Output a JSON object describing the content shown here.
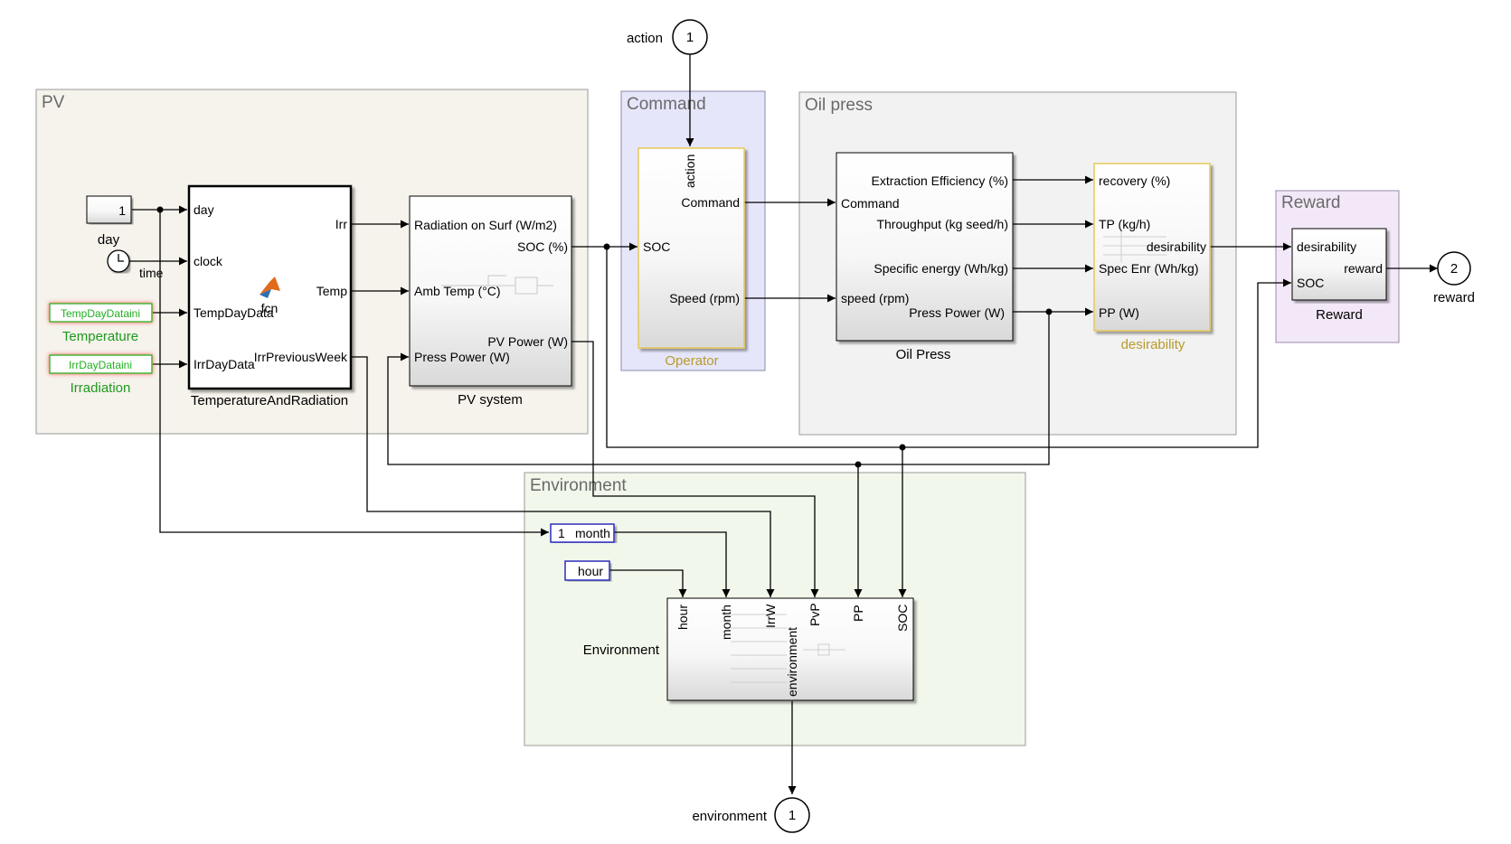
{
  "areas": {
    "pv": "PV",
    "command": "Command",
    "oil_press": "Oil press",
    "reward": "Reward",
    "environment": "Environment"
  },
  "ports": {
    "action_in": {
      "number": "1",
      "label": "action"
    },
    "reward_out": {
      "number": "2",
      "label": "reward"
    },
    "environment_out": {
      "number": "1",
      "label": "environment"
    }
  },
  "sources": {
    "day_const": {
      "value": "1",
      "label": "day"
    },
    "clock": {
      "label": "time"
    },
    "temp_from": {
      "tag": "TempDayDataini",
      "label": "Temperature"
    },
    "irr_from": {
      "tag": "IrrDayDataini",
      "label": "Irradiation"
    },
    "month_from": {
      "value": "1",
      "tag": "month"
    },
    "hour_from": {
      "tag": "hour"
    }
  },
  "blocks": {
    "temp_rad": {
      "name": "TemperatureAndRadiation",
      "fcn": "fcn",
      "inputs": [
        "day",
        "clock",
        "TempDayData",
        "IrrDayData"
      ],
      "outputs": [
        "Irr",
        "Temp",
        "IrrPreviousWeek"
      ]
    },
    "pv_system": {
      "name": "PV system",
      "inputs": [
        "Radiation on Surf (W/m2)",
        "Amb Temp (°C)",
        "Press Power (W)"
      ],
      "outputs": [
        "SOC (%)",
        "PV Power (W)"
      ]
    },
    "operator": {
      "name": "Operator",
      "input_top": "action",
      "inputs": [
        "SOC"
      ],
      "outputs": [
        "Command",
        "Speed (rpm)"
      ]
    },
    "oil_press": {
      "name": "Oil Press",
      "inputs": [
        "Command",
        "speed (rpm)"
      ],
      "outputs": [
        "Extraction Efficiency (%)",
        "Throughput (kg seed/h)",
        "Specific energy (Wh/kg)",
        "Press Power (W)"
      ]
    },
    "desirability": {
      "name": "desirability",
      "inputs": [
        "recovery (%)",
        "TP (kg/h)",
        "Spec Enr (Wh/kg)",
        "PP (W)"
      ],
      "outputs": [
        "desirability"
      ]
    },
    "reward": {
      "name": "Reward",
      "inputs": [
        "desirability",
        "SOC"
      ],
      "outputs": [
        "reward"
      ]
    },
    "environment": {
      "name": "Environment",
      "inputs": [
        "hour",
        "month",
        "IrrW",
        "PvP",
        "PP",
        "SOC"
      ],
      "output": "environment"
    }
  },
  "colors": {
    "pv_area": "#f6f2ec",
    "command_area": "#e6e6fb",
    "oil_area": "#f2f2f2",
    "reward_area": "#f3e8f8",
    "env_area": "#f1f7ea",
    "goto_green": "#20b020",
    "from_blue": "#2d2dbb",
    "subsystem_gold": "#e6c85a"
  }
}
